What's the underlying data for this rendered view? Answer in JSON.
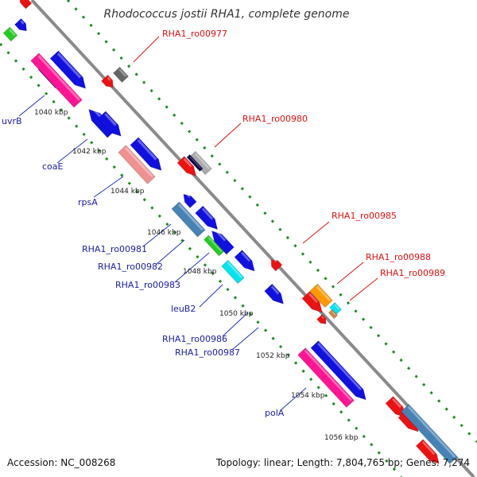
{
  "title": "Rhodococcus jostii RHA1, complete genome",
  "footer": {
    "accession": "Accession: NC_008268",
    "summary": "Topology: linear; Length: 7,804,765 bp; Genes: 7,274"
  },
  "colors": {
    "axis": "#8a8a8a",
    "dotted": "#1f8a1f",
    "forward": "#1010e0",
    "reverse": "#ee1111",
    "callout_blue": "#2233bb",
    "callout_red": "#dd1111"
  },
  "ticks": [
    {
      "label": "1040 kbp"
    },
    {
      "label": "1042 kbp"
    },
    {
      "label": "1044 kbp"
    },
    {
      "label": "1046 kbp"
    },
    {
      "label": "1048 kbp"
    },
    {
      "label": "1050 kbp"
    },
    {
      "label": "1052 kbp"
    },
    {
      "label": "1054 kbp"
    },
    {
      "label": "1056 kbp"
    }
  ],
  "gene_labels_blue": [
    "uvrB",
    "coaE",
    "rpsA",
    "RHA1_ro00981",
    "RHA1_ro00982",
    "RHA1_ro00983",
    "leuB2",
    "RHA1_ro00986",
    "RHA1_ro00987",
    "polA"
  ],
  "gene_labels_red": [
    "RHA1_ro00977",
    "RHA1_ro00980",
    "RHA1_ro00985",
    "RHA1_ro00988",
    "RHA1_ro00989"
  ]
}
